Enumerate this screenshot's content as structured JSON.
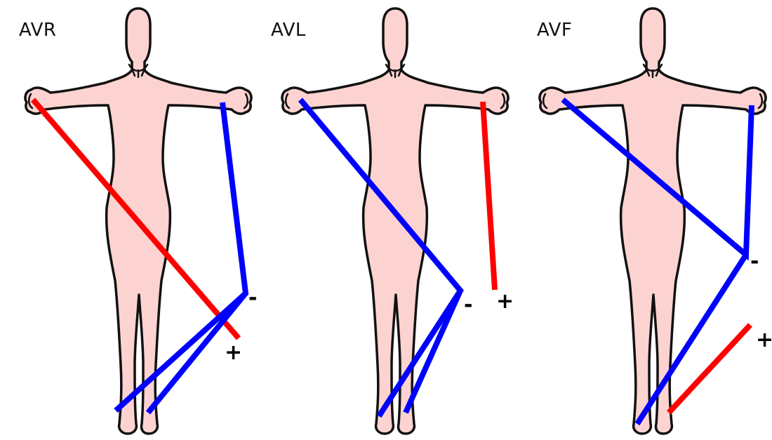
{
  "colors": {
    "body_fill": "#fcd3d0",
    "body_outline": "#111111",
    "positive_line": "#ff0000",
    "negative_line": "#0000ff",
    "background": "#ffffff"
  },
  "panels": [
    {
      "title": "AVR",
      "negative_symbol": "-",
      "positive_symbol": "+"
    },
    {
      "title": "AVL",
      "negative_symbol": "-",
      "positive_symbol": "+"
    },
    {
      "title": "AVF",
      "negative_symbol": "-",
      "positive_symbol": "+"
    }
  ]
}
